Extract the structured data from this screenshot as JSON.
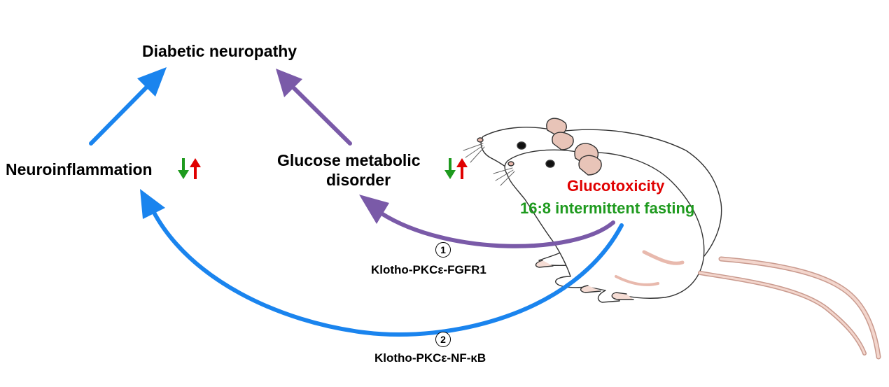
{
  "nodes": {
    "top": "Diabetic neuropathy",
    "left": "Neuroinflammation",
    "middle_line1": "Glucose metabolic",
    "middle_line2": "disorder"
  },
  "conditions": {
    "red": "Glucotoxicity",
    "green": "16:8 intermittent fasting"
  },
  "pathways": [
    {
      "number": "1",
      "label": "Klotho-PKCε-FGFR1"
    },
    {
      "number": "2",
      "label": "Klotho-PKCε-NF-κB"
    }
  ],
  "colors": {
    "blue": "#1a84ee",
    "purple": "#7a5aa8",
    "red": "#e00000",
    "green": "#1e9a1e",
    "mouse_pink": "#e8b9ad"
  },
  "illustration": "two-white-mice"
}
